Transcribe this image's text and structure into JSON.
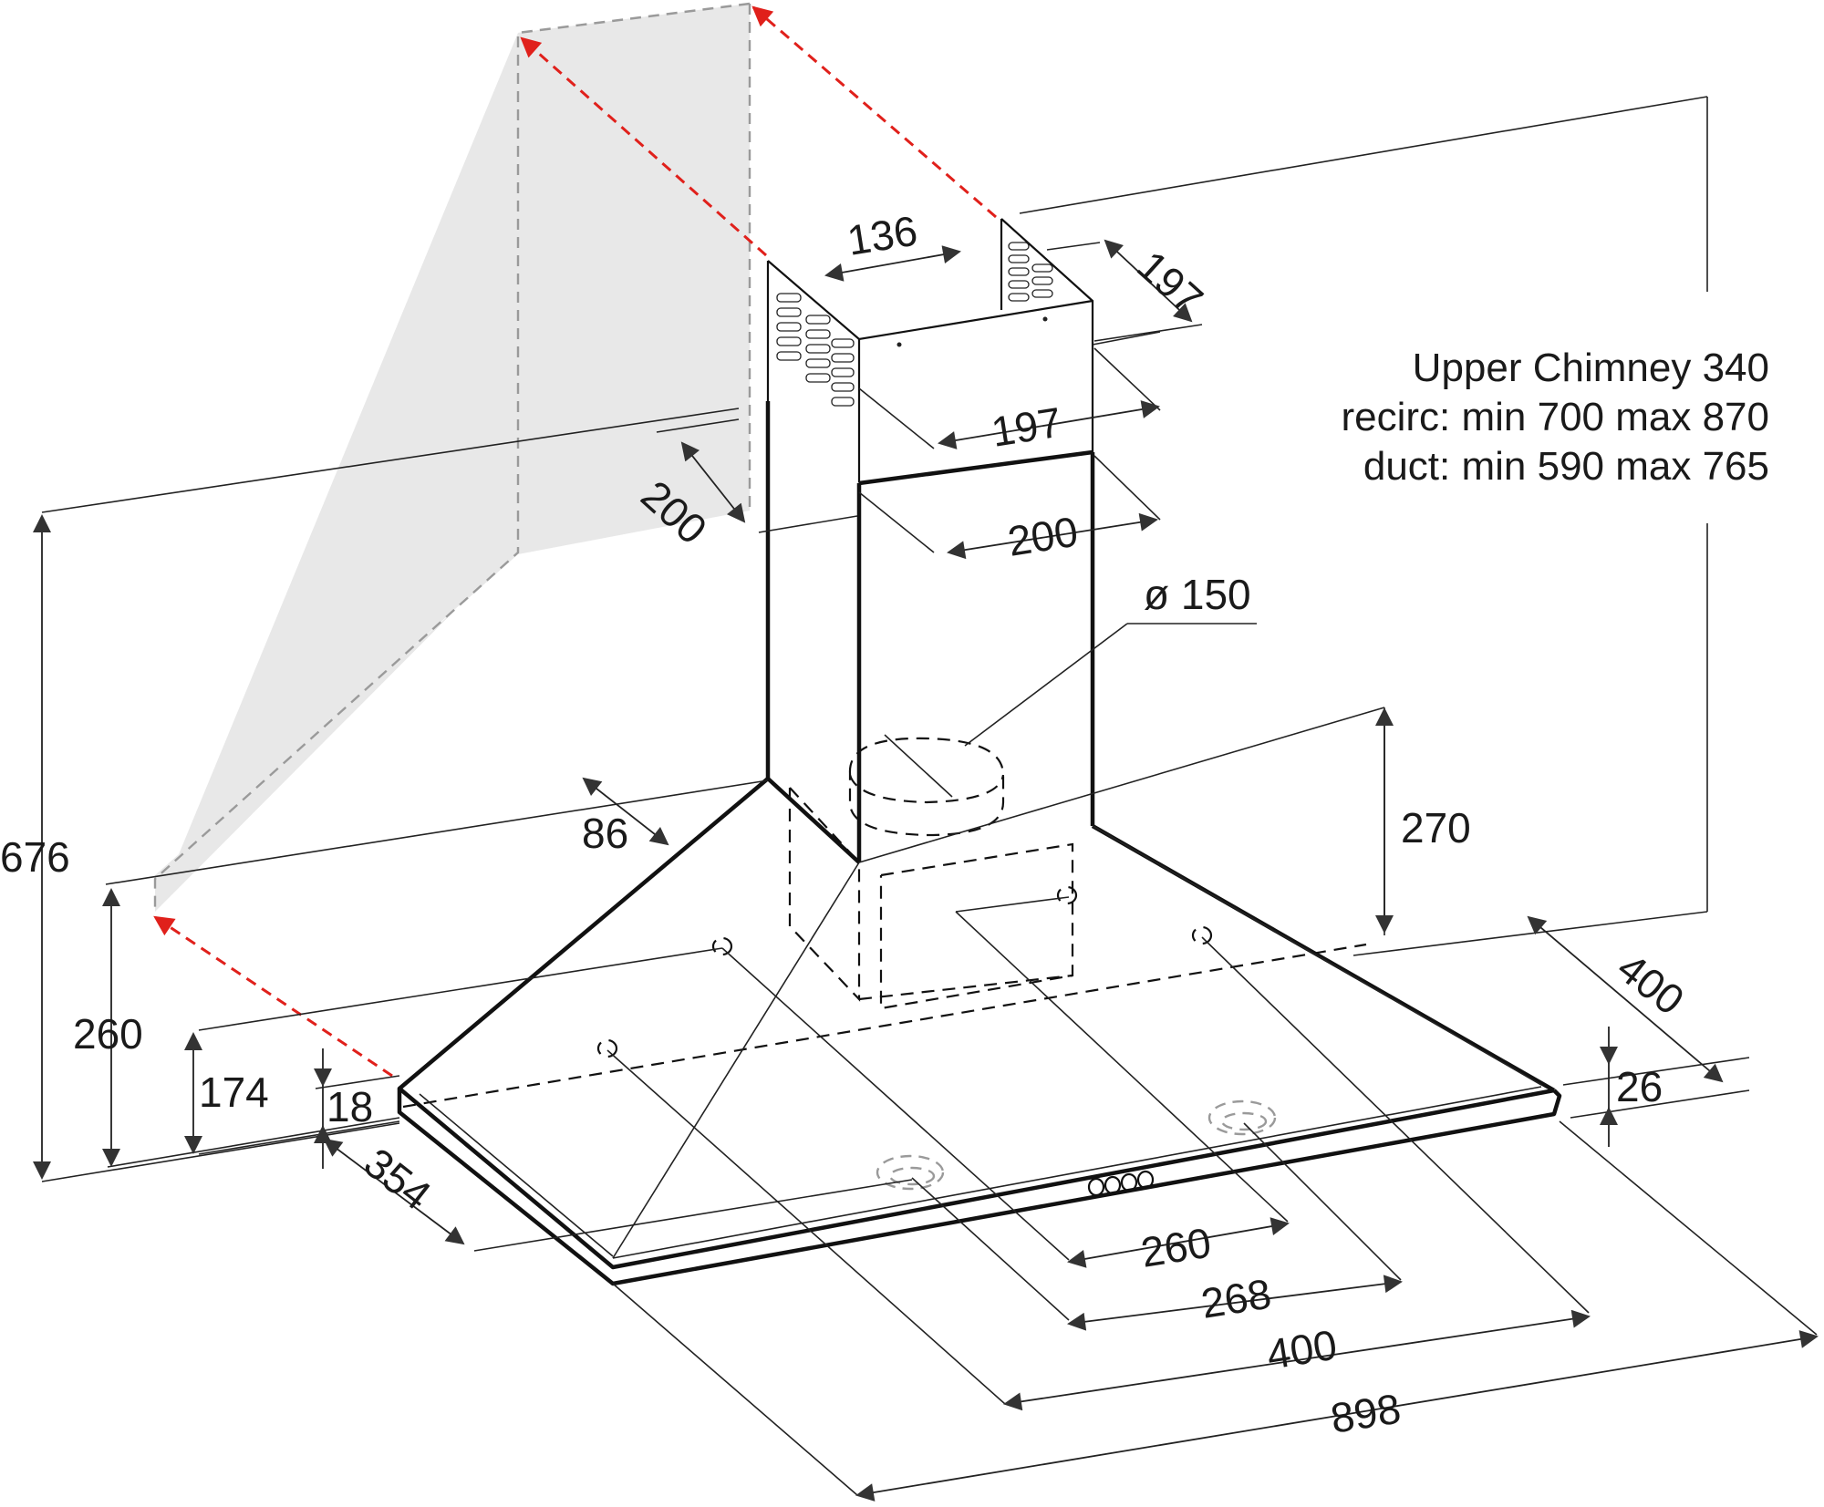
{
  "colors": {
    "line": "#111111",
    "wall_fill": "#e8e8e8",
    "wall_outline": "#9a9a9a",
    "installation_arrow": "#e0201b"
  },
  "chimney_note": {
    "line1": "Upper Chimney 340",
    "line2": "recirc: min 700 max 870",
    "line3": "duct: min 590 max 765"
  },
  "dimensions": {
    "upper_chimney_width": "136",
    "upper_chimney_depth": "197",
    "upper_chimney_front": "197",
    "lower_chimney_depth": "200",
    "lower_chimney_front": "200",
    "duct_diameter": "ø 150",
    "chimney_offset": "86",
    "canopy_height": "270",
    "total_height": "676",
    "wall_bracket_height": "260",
    "side_height": "174",
    "edge_height": "18",
    "hood_depth": "354",
    "depth_right": "400",
    "front_edge": "26",
    "hole_spacing_1": "260",
    "hole_spacing_2": "268",
    "hole_spacing_3": "400",
    "overall_width": "898"
  },
  "control_panel": {
    "buttons": 4
  }
}
